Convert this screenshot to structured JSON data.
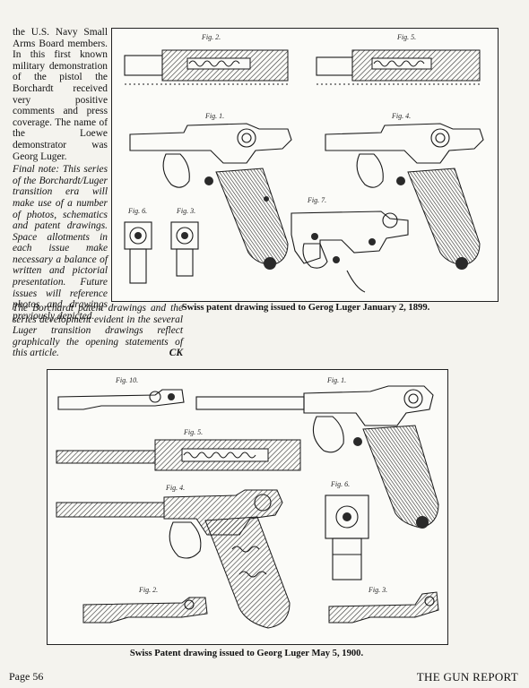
{
  "article": {
    "lead_text": "the U.S. Navy Small Arms Board members. In this first known military demonstration of the pistol the Borchardt received very positive comments and press coverage. The name of the Loewe demonstrator was Georg Luger.",
    "final_note": "Final note: This series of the Borchardt/Luger transition era will make use of a number of photos, schematics and patent drawings. Space allotments in each issue make necessary a balance of written and pictorial presentation. Future issues will reference photos and drawings previously depicted.",
    "closing": "The Borchardt patent drawings and the series development evident in the several Luger transition drawings reflect graphically the opening statements of this article.",
    "initials": "CK"
  },
  "figures": {
    "top": {
      "caption": "Swiss patent drawing issued to Gerog Luger January 2, 1899.",
      "labels": [
        "Fig. 2.",
        "Fig. 5.",
        "Fig. 1.",
        "Fig. 4.",
        "Fig. 6.",
        "Fig. 3.",
        "Fig. 7."
      ]
    },
    "bottom": {
      "caption": "Swiss Patent drawing issued to Georg Luger May 5, 1900.",
      "labels": [
        "Fig. 10.",
        "Fig. 1.",
        "Fig. 5.",
        "Fig. 4.",
        "Fig. 6.",
        "Fig. 2.",
        "Fig. 3."
      ]
    }
  },
  "footer": {
    "page": "Page 56",
    "publication": "THE GUN REPORT"
  }
}
